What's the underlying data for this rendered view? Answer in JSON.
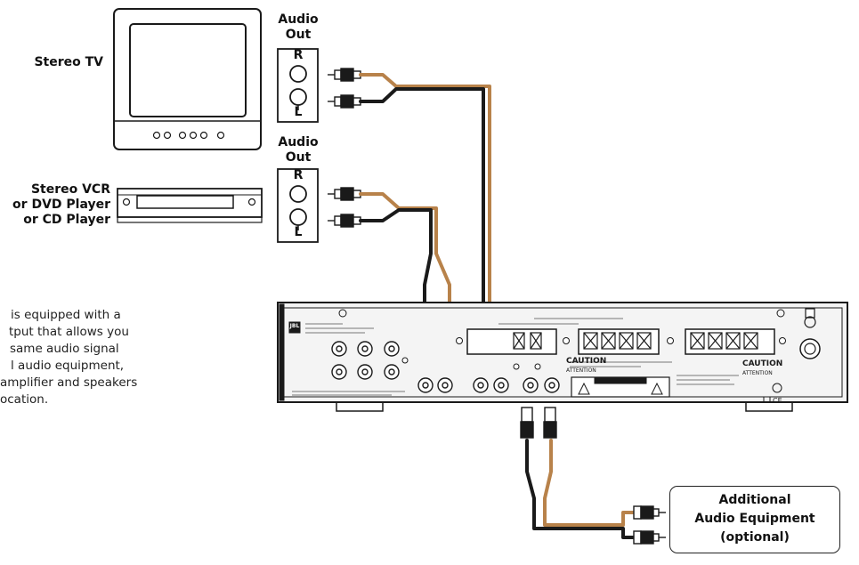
{
  "labels": {
    "stereo_tv": "Stereo TV",
    "audio_out_1": [
      "Audio",
      "Out"
    ],
    "audio_out_2": [
      "Audio",
      "Out"
    ],
    "right_channel": "R",
    "left_channel": "L",
    "source_2": [
      "Stereo VCR",
      "or DVD Player",
      "or CD Player"
    ],
    "additional": [
      "Additional",
      "Audio Equipment",
      "(optional)"
    ],
    "caution": "CAUTION",
    "attention": "ATTENTION",
    "brand": "JBL"
  },
  "description": [
    "is equipped with a",
    "tput that allows you",
    "same audio signal",
    "l audio equipment,",
    "amplifier and speakers",
    "ocation."
  ],
  "colors": {
    "cable_copper": "#b8824a",
    "cable_black": "#1a1a1a",
    "outline": "#1a1a1a",
    "panel": "#f4f4f4"
  }
}
